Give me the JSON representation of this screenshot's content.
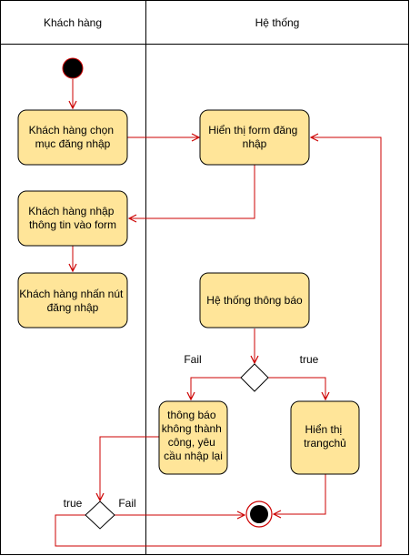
{
  "lanes": {
    "customer_title": "Khách hàng",
    "system_title": "Hệ thống"
  },
  "nodes": {
    "choose_login": [
      "Khách hàng chọn",
      "mục đăng nhập"
    ],
    "show_form": [
      "Hiển thị form đăng",
      "nhập"
    ],
    "enter_info": [
      "Khách hàng nhập",
      "thông tin vào form"
    ],
    "press_login": [
      "Khách hàng nhấn nút",
      "đăng nhập"
    ],
    "system_notify": [
      "Hệ thống thông báo"
    ],
    "fail_notice": [
      "thông báo",
      "không thành",
      "công, yêu",
      "cầu nhập lại"
    ],
    "show_home": [
      "Hiển thị",
      "trangchủ"
    ]
  },
  "edge_labels": {
    "fail_top": "Fail",
    "true_top": "true",
    "true_bottom": "true",
    "fail_bottom": "Fail"
  },
  "colors": {
    "activity_fill": "#FFE599",
    "stroke": "#000000",
    "flow": "#CC0000",
    "node_dot": "#000000"
  }
}
